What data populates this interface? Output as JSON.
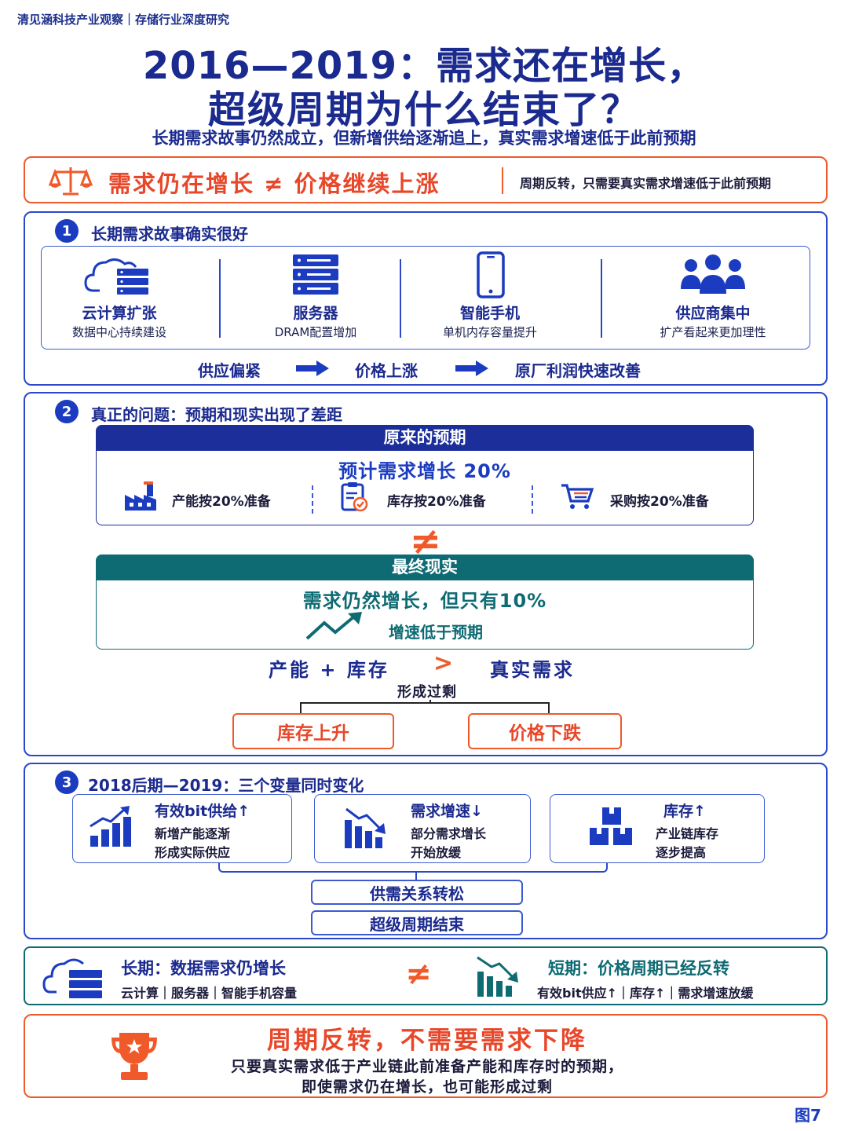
{
  "brand": "清见涵科技产业观察｜存储行业深度研究",
  "title_line1": "2016—2019：需求还在增长，",
  "title_line2": "超级周期为什么结束了？",
  "subtitle": "长期需求故事仍然成立，但新增供给逐渐追上，真实需求增速低于此前预期",
  "banner": {
    "left": "需求仍在增长 ≠ 价格继续上涨",
    "right": "周期反转，只需要真实需求增速低于此前预期"
  },
  "section1": {
    "badge": "1",
    "title": "长期需求故事确实很好",
    "items": [
      {
        "title": "云计算扩张",
        "sub": "数据中心持续建设",
        "icon": "cloud-server-icon"
      },
      {
        "title": "服务器",
        "sub": "DRAM配置增加",
        "icon": "server-rack-icon"
      },
      {
        "title": "智能手机",
        "sub": "单机内存容量提升",
        "icon": "smartphone-icon"
      },
      {
        "title": "供应商集中",
        "sub": "扩产看起来更加理性",
        "icon": "people-group-icon"
      }
    ],
    "flow": [
      "供应偏紧",
      "价格上涨",
      "原厂利润快速改善"
    ]
  },
  "section2": {
    "badge": "2",
    "title": "真正的问题：预期和现实出现了差距",
    "expect_header": "原来的预期",
    "expect_main": "预计需求增长 20%",
    "expect_items": [
      {
        "label": "产能按20%准备",
        "icon": "factory-icon"
      },
      {
        "label": "库存按20%准备",
        "icon": "clipboard-check-icon"
      },
      {
        "label": "采购按20%准备",
        "icon": "cart-icon"
      }
    ],
    "neq": "≠",
    "reality_header": "最终现实",
    "reality_main": "需求仍然增长，但只有10%",
    "reality_sub": "增速低于预期",
    "compare": {
      "left": "产能 + 库存",
      "op": ">",
      "right": "真实需求"
    },
    "result": "形成过剩",
    "outcomes": [
      "库存上升",
      "价格下跌"
    ]
  },
  "section3": {
    "badge": "3",
    "title": "2018后期—2019：三个变量同时变化",
    "cards": [
      {
        "title": "有效bit供给↑",
        "line1": "新增产能逐渐",
        "line2": "形成实际供应",
        "icon": "bar-chart-up-icon"
      },
      {
        "title": "需求增速↓",
        "line1": "部分需求增长",
        "line2": "开始放缓",
        "icon": "bar-chart-down-icon"
      },
      {
        "title": "库存↑",
        "line1": "产业链库存",
        "line2": "逐步提高",
        "icon": "boxes-icon"
      }
    ],
    "result1": "供需关系转松",
    "result2": "超级周期结束"
  },
  "summary": {
    "long_title": "长期：数据需求仍增长",
    "long_sub": "云计算｜服务器｜智能手机容量",
    "neq": "≠",
    "short_title": "短期：价格周期已经反转",
    "short_sub": "有效bit供应↑｜库存↑｜需求增速放缓"
  },
  "conclusion": {
    "title": "周期反转，不需要需求下降",
    "line1": "只要真实需求低于产业链此前准备产能和库存时的预期，",
    "line2": "即使需求仍在增长，也可能形成过剩"
  },
  "figure_label": "图7",
  "colors": {
    "navy": "#1b2a8f",
    "orange": "#f05a2a",
    "teal": "#0e6b73"
  }
}
